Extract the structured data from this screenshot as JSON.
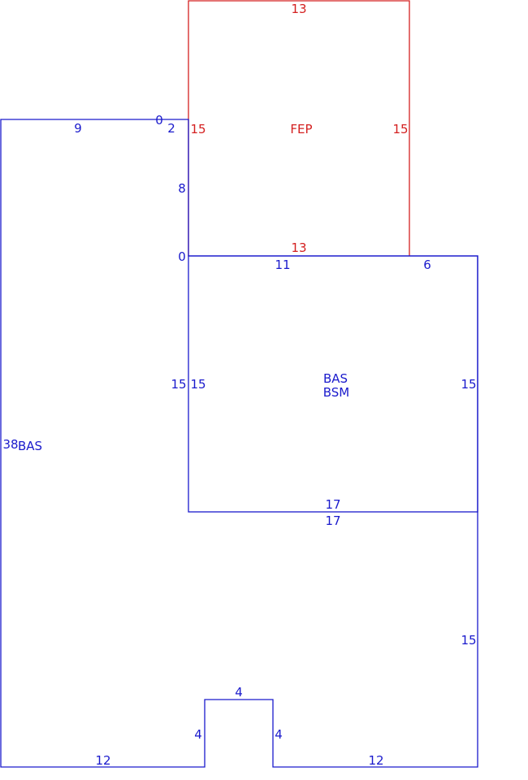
{
  "colors": {
    "bas": "#1a1acc",
    "fep": "#d42020",
    "background": "#ffffff"
  },
  "areas": {
    "fep": "FEP",
    "bas_main": "BAS",
    "bas_sub": "BAS",
    "bsm": "BSM"
  },
  "dims": {
    "fep_top": "13",
    "fep_left": "15",
    "fep_right": "15",
    "fep_bottom": "13",
    "bas_top_9": "9",
    "bas_top_0": "0",
    "bas_step_2": "2",
    "bas_step_8": "8",
    "bas_step_0": "0",
    "sub_top_11": "11",
    "sub_top_6": "6",
    "sub_left_15a": "15",
    "sub_left_15b": "15",
    "sub_right_15": "15",
    "sub_bottom_17a": "17",
    "sub_bottom_17b": "17",
    "bas_left_38": "38",
    "bas_right_15": "15",
    "notch_top_4": "4",
    "notch_left_4": "4",
    "notch_right_4": "4",
    "bottom_left_12": "12",
    "bottom_right_12": "12"
  }
}
